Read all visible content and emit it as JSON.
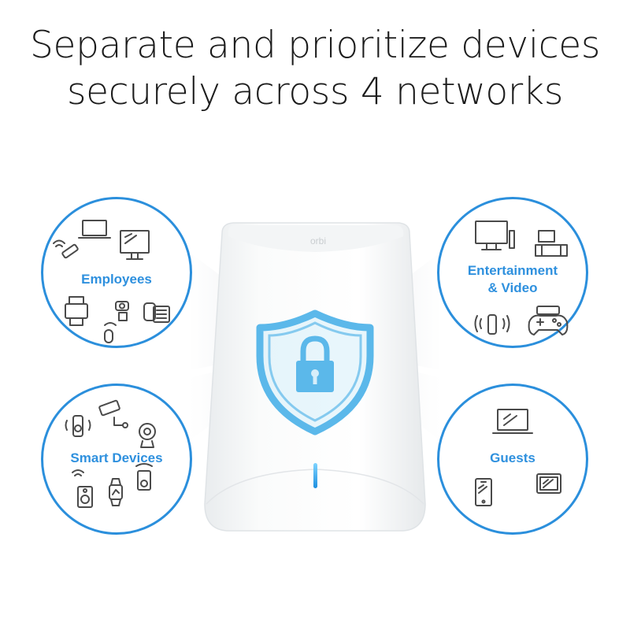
{
  "headline": {
    "line1": "Separate and prioritize devices",
    "line2": "securely across 4 networks"
  },
  "networks": [
    {
      "label": "Employees",
      "icons": [
        "laptop-icon",
        "usb-drive-icon",
        "monitor-icon",
        "printer-icon",
        "webcam-icon",
        "desk-phone-icon",
        "mouse-icon"
      ]
    },
    {
      "label_line1": "Entertainment",
      "label_line2": "& Video",
      "icons": [
        "tv-icon",
        "media-center-icon",
        "speaker-icon",
        "game-controller-icon"
      ]
    },
    {
      "label": "Smart Devices",
      "icons": [
        "smart-speaker-icon",
        "security-camera-icon",
        "smart-cam-icon",
        "speaker-icon",
        "smartwatch-icon",
        "tablet-speaker-icon"
      ]
    },
    {
      "label": "Guests",
      "icons": [
        "laptop-icon",
        "phone-icon",
        "tablet-icon"
      ]
    }
  ],
  "router": {
    "brand_mark": "orbi",
    "icon": "shield-lock-icon"
  },
  "colors": {
    "accent": "#2e90de",
    "icon_stroke": "#4a4a4a",
    "shield": "#5bb8ea"
  }
}
